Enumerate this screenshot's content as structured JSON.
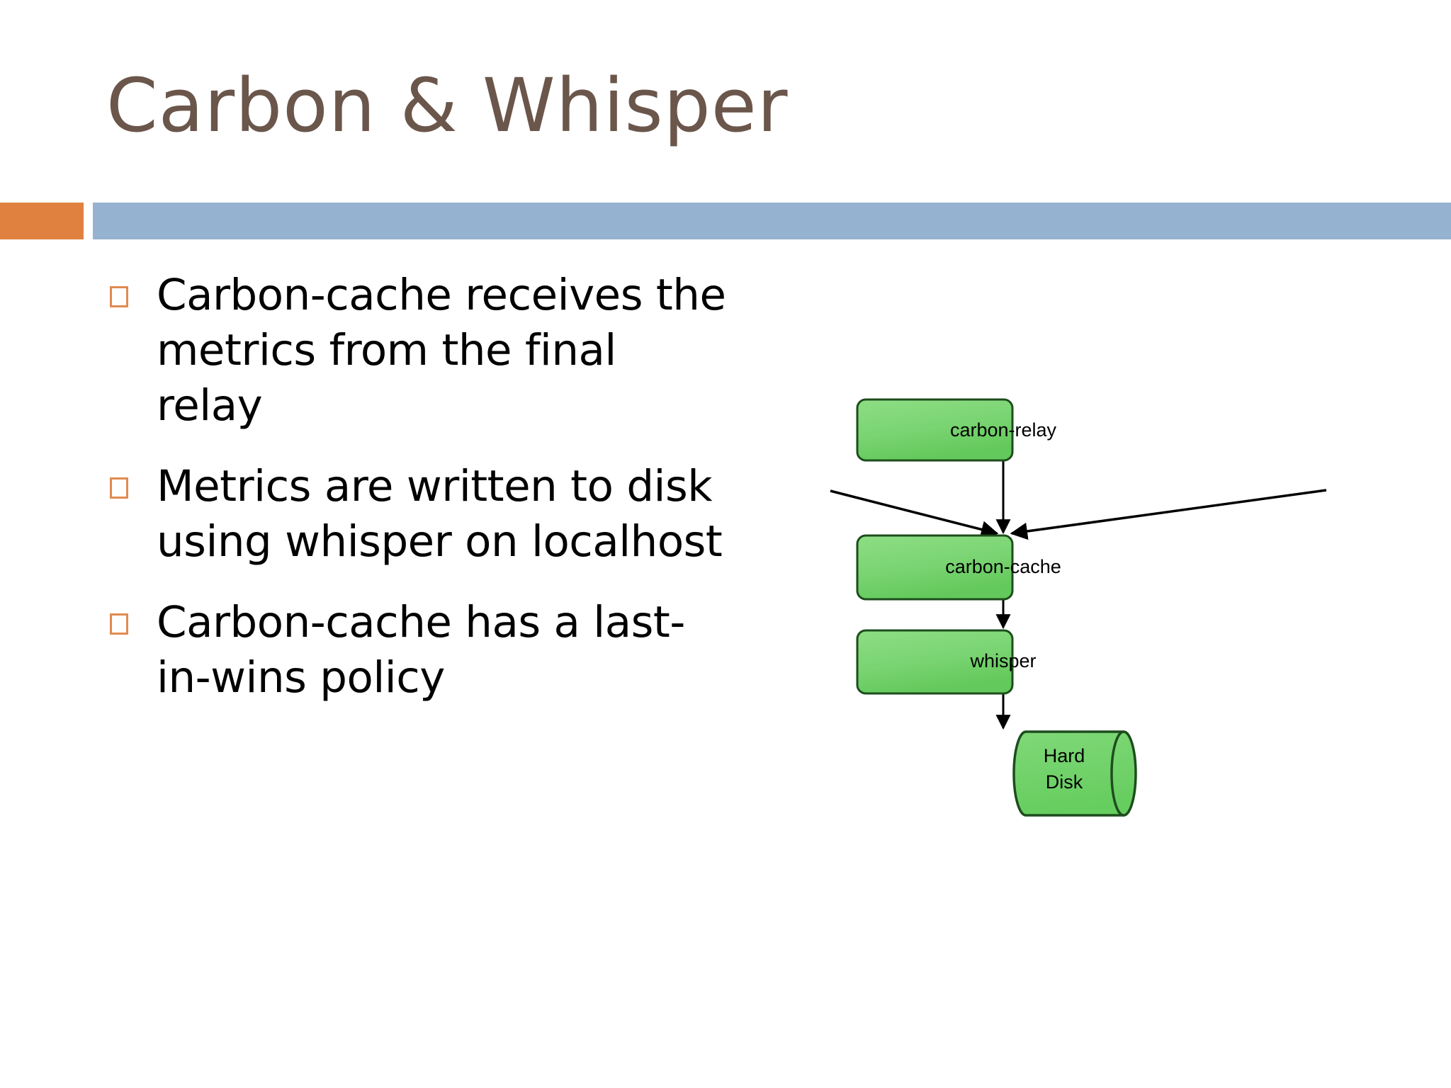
{
  "slide": {
    "title": "Carbon & Whisper",
    "title_color": "#6b564b",
    "background": "#ffffff"
  },
  "divider": {
    "accent_color": "#e0813f",
    "bar_color": "#95b3d0"
  },
  "bullets": {
    "marker_icon": "hollow-square-bullet-icon",
    "marker_color": "#e08b52",
    "items": [
      {
        "text": "Carbon-cache receives the metrics from the final relay"
      },
      {
        "text": "Metrics are written to disk using whisper on localhost"
      },
      {
        "text": "Carbon-cache has a last-in-wins policy"
      }
    ]
  },
  "diagram": {
    "type": "flowchart",
    "node_fill": "#75d06e",
    "node_fill_light": "#8ede84",
    "node_stroke": "#1d4d1d",
    "edge_color": "#000000",
    "nodes": [
      {
        "id": "carbon-relay",
        "label": "carbon-relay",
        "shape": "rounded-rect"
      },
      {
        "id": "carbon-cache",
        "label": "carbon-cache",
        "shape": "rounded-rect"
      },
      {
        "id": "whisper",
        "label": "whisper",
        "shape": "rounded-rect"
      },
      {
        "id": "hard-disk",
        "label_line1": "Hard",
        "label_line2": "Disk",
        "shape": "cylinder"
      }
    ],
    "edges": [
      {
        "from": "carbon-relay",
        "to": "carbon-cache",
        "style": "arrow"
      },
      {
        "from": "off-screen-left",
        "to": "carbon-cache",
        "style": "arrow"
      },
      {
        "from": "off-screen-right",
        "to": "carbon-cache",
        "style": "arrow"
      },
      {
        "from": "carbon-cache",
        "to": "whisper",
        "style": "arrow"
      },
      {
        "from": "whisper",
        "to": "hard-disk",
        "style": "arrow"
      }
    ]
  }
}
